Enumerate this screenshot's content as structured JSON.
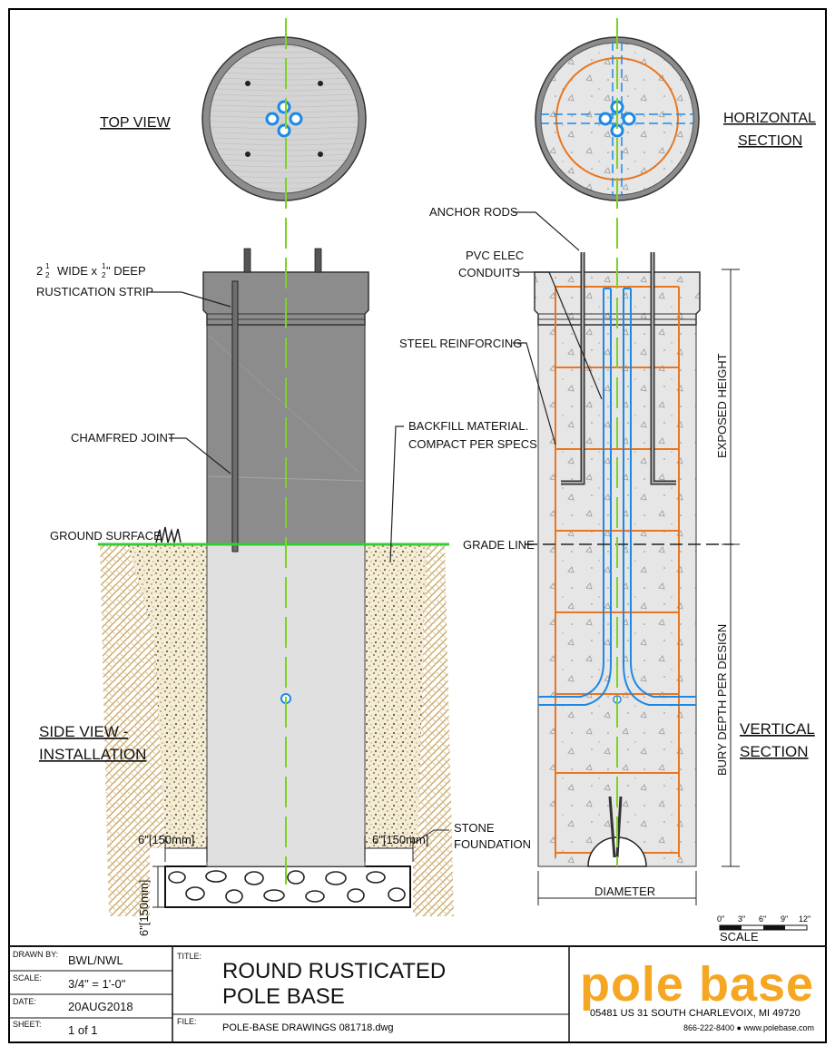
{
  "views": {
    "top_view": "TOP VIEW",
    "horizontal_section": [
      "HORIZONTAL",
      "SECTION"
    ],
    "side_view": [
      "SIDE VIEW -",
      "INSTALLATION"
    ],
    "vertical_section": [
      "VERTICAL",
      "SECTION"
    ]
  },
  "labels": {
    "anchor_rods": "ANCHOR RODS",
    "pvc_conduits": [
      "PVC ELEC",
      "CONDUITS"
    ],
    "steel_reinforcing": "STEEL REINFORCING",
    "rustication_strip": [
      "WIDE x",
      "\" DEEP",
      "RUSTICATION STRIP"
    ],
    "rustication_whole_2": "2",
    "half": "1",
    "half_den": "2",
    "chamfered_joint": "CHAMFRED JOINT",
    "backfill": [
      "BACKFILL MATERIAL.",
      "COMPACT PER SPECS."
    ],
    "ground_surface": "GROUND SURFACE",
    "grade_line": "GRADE LINE",
    "exposed_height": "EXPOSED HEIGHT",
    "bury_depth": "BURY DEPTH PER DESIGN",
    "dim_left": "6\"[150mm]",
    "dim_right": "6\"[150mm]",
    "dim_vertical": "6\"[150mm]",
    "stone_foundation": [
      "STONE",
      "FOUNDATION"
    ],
    "diameter": "DIAMETER",
    "scale_ticks": [
      "0\"",
      "3\"",
      "6\"",
      "9\"",
      "12\""
    ],
    "scale_word": "SCALE"
  },
  "title_block": {
    "drawn_by_label": "DRAWN BY:",
    "drawn_by": "BWL/NWL",
    "scale_label": "SCALE:",
    "scale": "3/4\" = 1'-0\"",
    "date_label": "DATE:",
    "date": "20AUG2018",
    "sheet_label": "SHEET:",
    "sheet": "1 of 1",
    "title_label": "TITLE:",
    "title_line1": "ROUND RUSTICATED",
    "title_line2": "POLE BASE",
    "file_label": "FILE:",
    "file": "POLE-BASE DRAWINGS 081718.dwg",
    "logo": "pole base",
    "address": "05481 US 31 SOUTH   CHARLEVOIX, MI  49720",
    "contact": "866-222-8400  ●  www.polebase.com"
  },
  "colors": {
    "center_line": "#7ed321",
    "grade": "#33cc33",
    "conduit": "#1e88e5",
    "rebar": "#e87722",
    "logo": "#f5a623",
    "pole": "#8c8c8c"
  }
}
